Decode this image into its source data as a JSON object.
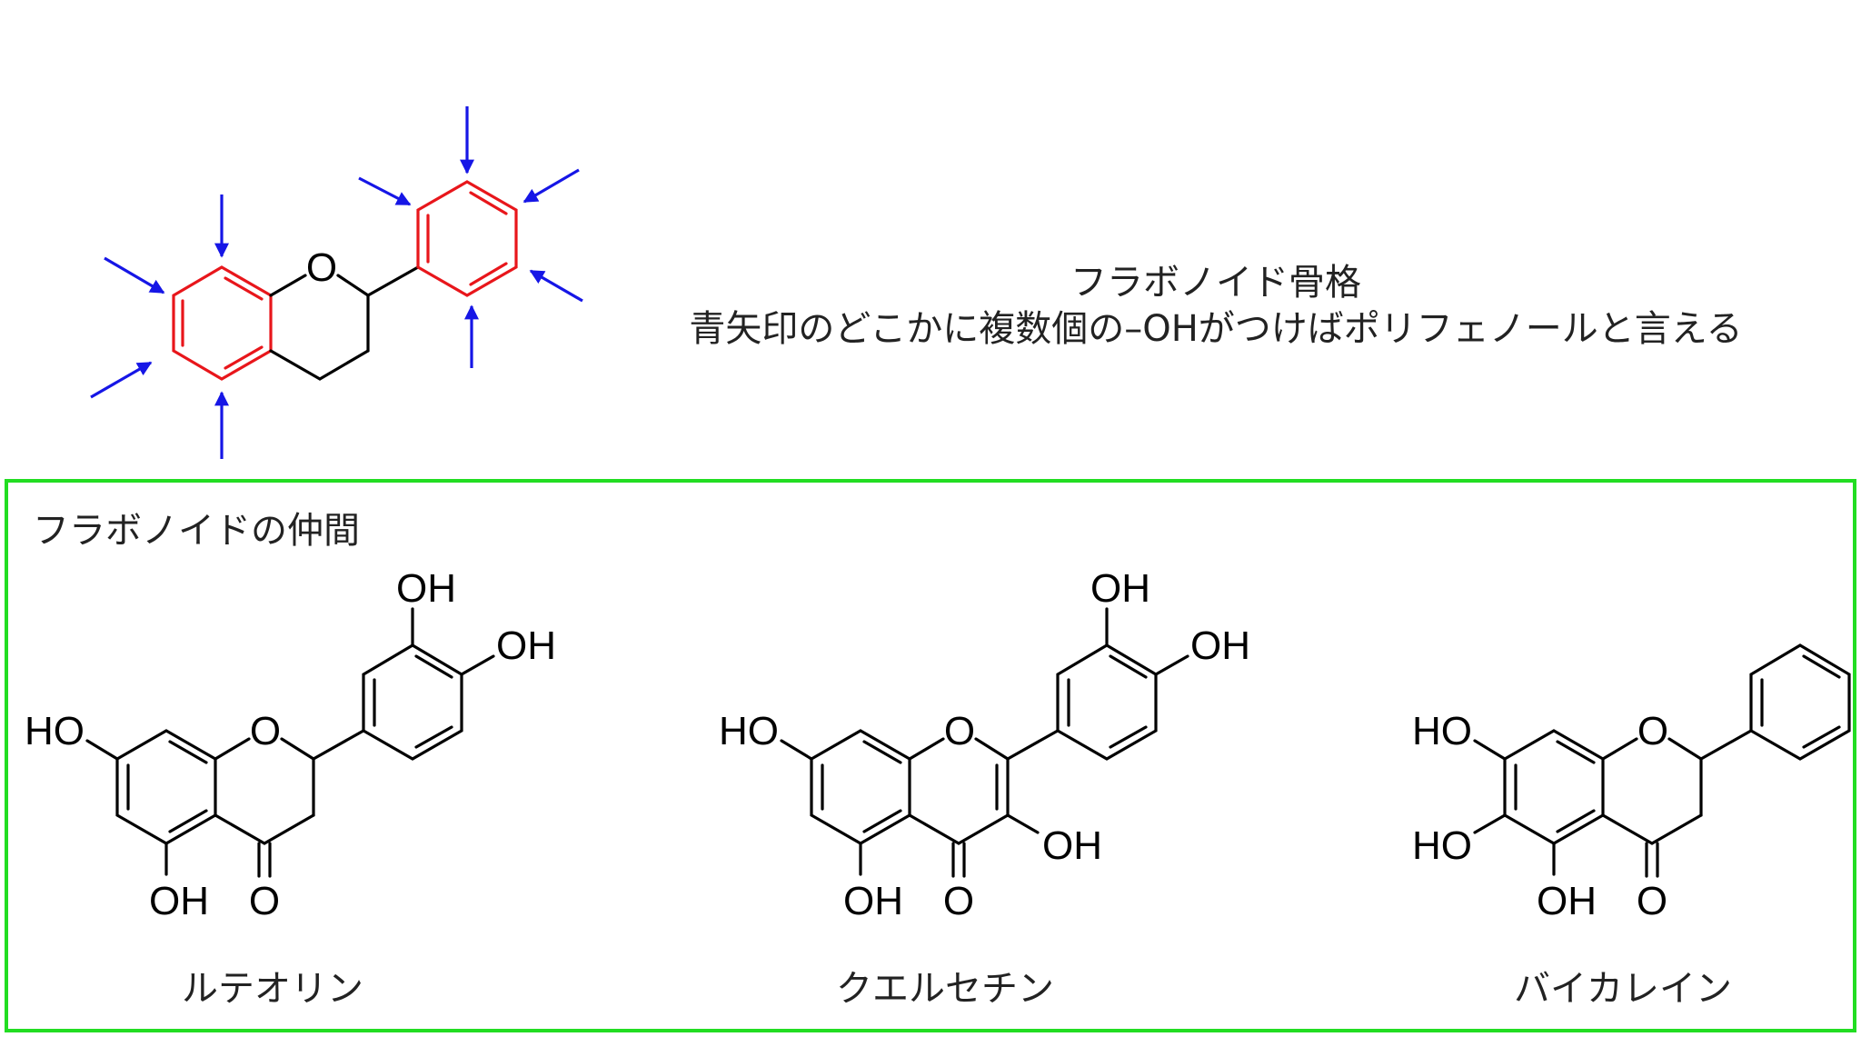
{
  "skeleton": {
    "title": "フラボノイド骨格",
    "subtitle": "青矢印のどこかに複数個の–OHがつけばポリフェノールと言える",
    "ring_oxygen": "O"
  },
  "family_box": {
    "heading": "フラボノイドの仲間",
    "compounds": [
      {
        "name": "ルテオリン",
        "labels": {
          "ho7": "HO",
          "oh5": "OH",
          "o4": "O",
          "o1": "O",
          "oh3p": "OH",
          "oh4p": "OH"
        }
      },
      {
        "name": "クエルセチン",
        "labels": {
          "ho7": "HO",
          "oh5": "OH",
          "o4": "O",
          "o1": "O",
          "oh3": "OH",
          "oh3p": "OH",
          "oh4p": "OH"
        }
      },
      {
        "name": "バイカレイン",
        "labels": {
          "ho7": "HO",
          "ho6": "HO",
          "oh5": "OH",
          "o4": "O",
          "o1": "O"
        }
      }
    ]
  },
  "colors": {
    "highlight_ring": "#e8161b",
    "arrow": "#1616e6",
    "box_border": "#22dd22",
    "bond": "#000000"
  }
}
